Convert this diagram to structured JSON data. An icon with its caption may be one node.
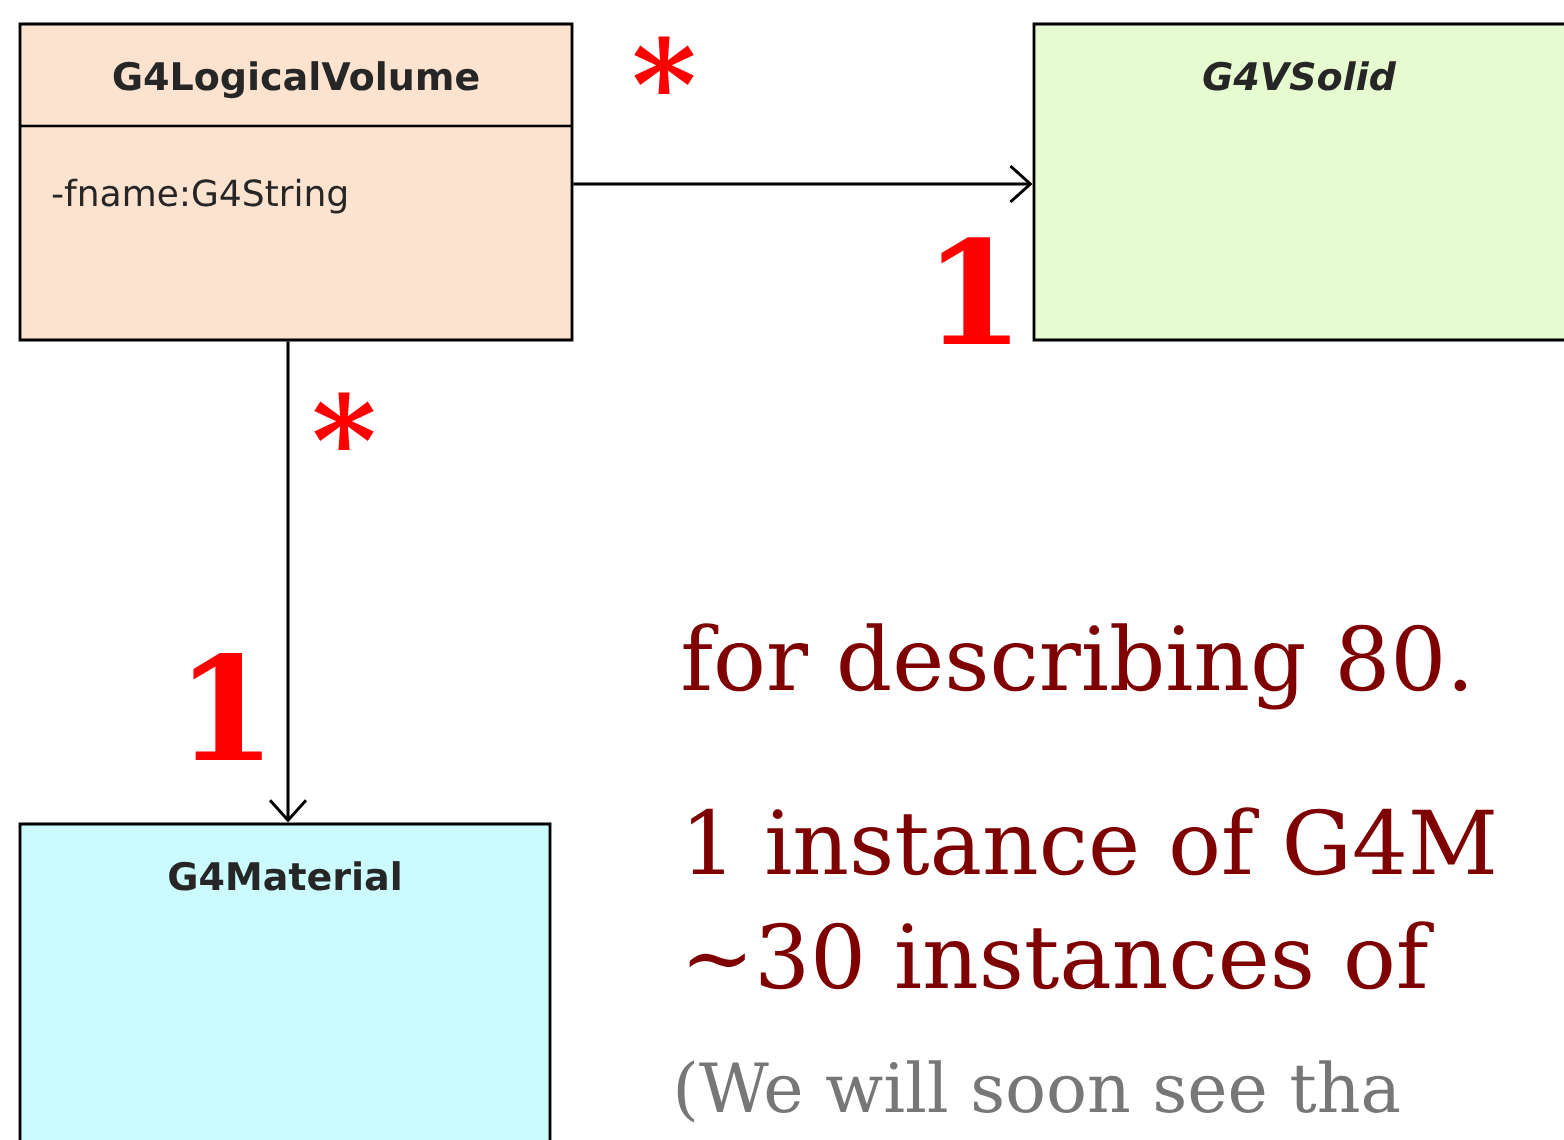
{
  "diagram": {
    "nodes": [
      {
        "text": [
          "G4LogicalVolume",
          "-fname:G4String"
        ]
      },
      {
        "text": [
          "G4VSolid"
        ]
      },
      {
        "text": [
          "G4Material"
        ]
      }
    ],
    "edges": [
      {
        "from": 0,
        "to": 1,
        "arrow": "to"
      },
      {
        "from": 0,
        "to": 2,
        "arrow": "to"
      }
    ],
    "labels": [
      "*",
      "1",
      "*",
      "1",
      "for describing 80.",
      "1 instance of G4M",
      "~30 instances of",
      "(We will soon see tha"
    ]
  }
}
